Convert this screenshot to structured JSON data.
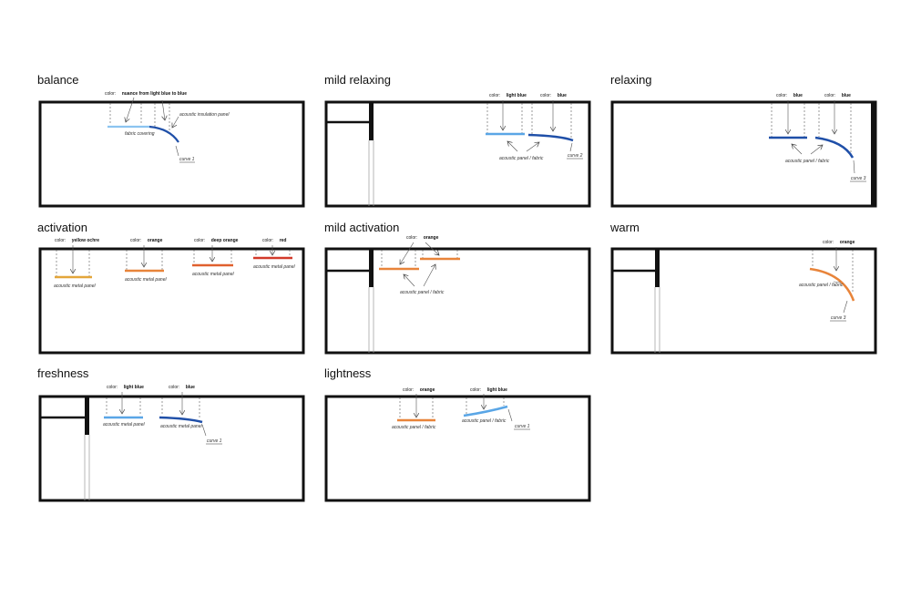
{
  "colors": {
    "light_blue": "#5aa6e6",
    "blue": "#1f4fa8",
    "yellow_ochre": "#e3a63a",
    "orange": "#e8843a",
    "deep_orange": "#e0602e",
    "red": "#d23a2a",
    "ink": "#111111"
  },
  "panels": [
    {
      "title": "balance",
      "labels": {
        "color_prefix": "color:",
        "color_value": "nuance from light blue to blue",
        "acoustic": "acoustic insulation panel",
        "fabric": "fabric covering",
        "curve": "curve 1"
      }
    },
    {
      "title": "mild relaxing",
      "labels": {
        "color1_prefix": "color:",
        "color1_value": "light blue",
        "color2_prefix": "color:",
        "color2_value": "blue",
        "panel": "acoustic panel / fabric",
        "curve": "curve 2"
      }
    },
    {
      "title": "relaxing",
      "labels": {
        "color1_prefix": "color:",
        "color1_value": "blue",
        "color2_prefix": "color:",
        "color2_value": "blue",
        "panel": "acoustic panel / fabric",
        "curve": "curve 3"
      }
    },
    {
      "title": "activation",
      "labels": {
        "c1_prefix": "color:",
        "c1_value": "yellow ochre",
        "c2_prefix": "color:",
        "c2_value": "orange",
        "c3_prefix": "color:",
        "c3_value": "deep orange",
        "c4_prefix": "color:",
        "c4_value": "red",
        "p1": "acoustic metal panel",
        "p2": "acoustic metal panel",
        "p3": "acoustic metal panel",
        "p4": "acoustic metal panel"
      }
    },
    {
      "title": "mild activation",
      "labels": {
        "color_prefix": "color:",
        "color_value": "orange",
        "panel": "acoustic panel / fabric"
      }
    },
    {
      "title": "warm",
      "labels": {
        "color_prefix": "color:",
        "color_value": "orange",
        "panel": "acoustic panel / fabric",
        "curve": "curve 3"
      }
    },
    {
      "title": "freshness",
      "labels": {
        "c1_prefix": "color:",
        "c1_value": "light blue",
        "c2_prefix": "color:",
        "c2_value": "blue",
        "p1": "acoustic metal panel",
        "p2": "acoustic metal panel",
        "curve": "curve 1"
      }
    },
    {
      "title": "lightness",
      "labels": {
        "c1_prefix": "color:",
        "c1_value": "orange",
        "c2_prefix": "color:",
        "c2_value": "light blue",
        "p1": "acoustic panel / fabric",
        "p2": "acoustic panel / fabric",
        "curve": "curve 1"
      }
    }
  ]
}
